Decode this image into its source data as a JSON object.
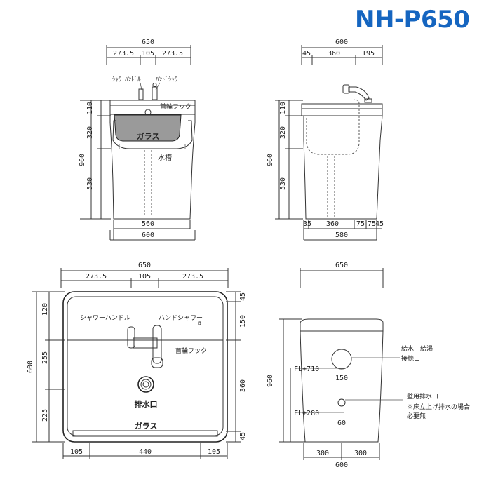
{
  "title": "NH-P650",
  "colors": {
    "title": "#1565c0",
    "glass": "#9a9a9a"
  },
  "front": {
    "w_total": "650",
    "w_left": "273.5",
    "w_mid": "105",
    "w_right": "273.5",
    "lbl_shower_handle": "ｼｬﾜｰﾊﾝﾄﾞﾙ",
    "lbl_hand_shower": "ﾊﾝﾄﾞｼｬﾜｰ",
    "lbl_hook": "首輪フック",
    "lbl_glass": "ガラス",
    "lbl_tank": "水槽",
    "h_total": "960",
    "h_110": "110",
    "h_320": "320",
    "h_530": "530",
    "w_560": "560",
    "w_600": "600"
  },
  "side": {
    "w_total": "600",
    "w_45": "45",
    "w_360": "360",
    "w_195": "195",
    "h_total": "960",
    "h_110": "110",
    "h_320": "320",
    "h_530": "530",
    "b_35": "35",
    "b_360": "360",
    "b_75": "75",
    "b_75b": "75",
    "b_45": "45",
    "w_580": "580"
  },
  "top": {
    "w_total": "650",
    "w_left": "273.5",
    "w_mid": "105",
    "w_right": "273.5",
    "lbl_shower_handle": "シャワーハンドル",
    "lbl_hand_shower": "ハンドシャワー",
    "lbl_hook": "首輪フック",
    "lbl_drain": "排水口",
    "lbl_glass": "ガラス",
    "h_600": "600",
    "h_120": "120",
    "h_255": "255",
    "h_225": "225",
    "r_45": "45",
    "r_150": "150",
    "r_360": "360",
    "r_45b": "45",
    "b_105": "105",
    "b_440": "440",
    "b_105b": "105"
  },
  "rear": {
    "w_total": "650",
    "h_total": "960",
    "fl_710": "FL+710",
    "fl_280": "FL+280",
    "supply_label": "給水　給湯",
    "supply_label2": "接続口",
    "dia_150": "150",
    "drain_label": "壁用排水口",
    "note1": "※床立上げ排水の場合",
    "note2": "必要無",
    "dia_60": "60",
    "b_300": "300",
    "b_300b": "300",
    "b_600": "600"
  }
}
